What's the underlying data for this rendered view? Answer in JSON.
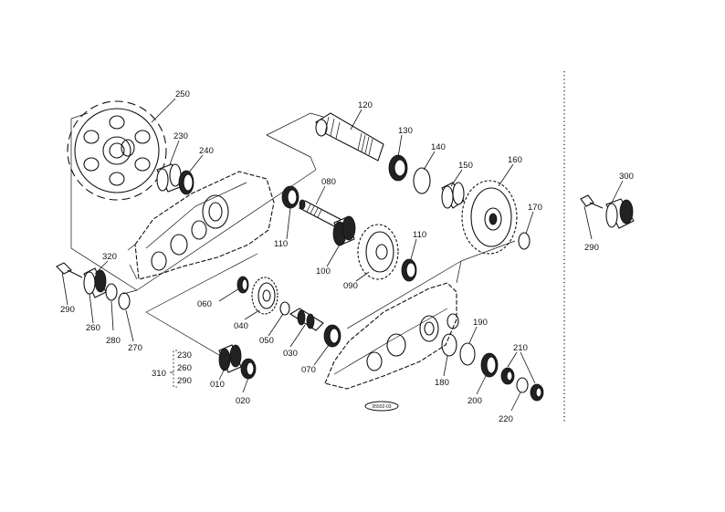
{
  "diagram": {
    "ref_code": "95502-03",
    "callouts": {
      "p250": "250",
      "p230": "230",
      "p240": "240",
      "p120": "120",
      "p130": "130",
      "p140": "140",
      "p150": "150",
      "p160": "160",
      "p170": "170",
      "p080": "080",
      "p110a": "110",
      "p110b": "110",
      "p100": "100",
      "p090": "090",
      "p320": "320",
      "p290a": "290",
      "p260": "260",
      "p280": "280",
      "p270": "270",
      "p060": "060",
      "p040": "040",
      "p050": "050",
      "p030": "030",
      "p070": "070",
      "p010": "010",
      "p020": "020",
      "p310": "310",
      "p190": "190",
      "p180": "180",
      "p200": "200",
      "p210": "210",
      "p220": "220",
      "p300": "300",
      "p290b": "290"
    },
    "kit_310": {
      "items": [
        "230",
        "260",
        "290"
      ]
    }
  }
}
